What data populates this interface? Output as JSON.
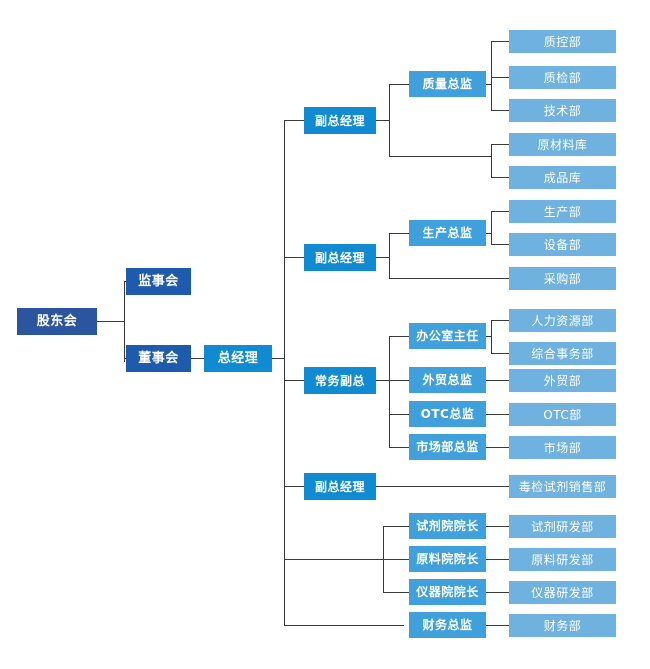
{
  "chart_data": {
    "type": "diagram",
    "title": "",
    "diagram_kind": "organization-chart",
    "orientation": "left-to-right",
    "palette": {
      "root": "#2C55A0",
      "board": "#1F5BAC",
      "general_manager": "#108AD0",
      "vice_president": "#108AD0",
      "director": "#3FA0DC",
      "department": "#6FB2DF",
      "connector": "#3A3A3A",
      "background": "#FFFFFF",
      "text": "#FFFFFF"
    },
    "levels": [
      "股东会",
      "监事会/董事会",
      "总经理",
      "副总经理/常务副总",
      "总监/主任/院长",
      "部门"
    ],
    "nodes": [
      {
        "id": "shareholders",
        "label": "股东会",
        "level": 0,
        "parent": null
      },
      {
        "id": "supervisors",
        "label": "监事会",
        "level": 1,
        "parent": "shareholders"
      },
      {
        "id": "board",
        "label": "董事会",
        "level": 1,
        "parent": "shareholders"
      },
      {
        "id": "gm",
        "label": "总经理",
        "level": 2,
        "parent": "board"
      },
      {
        "id": "vp1",
        "label": "副总经理",
        "level": 3,
        "parent": "gm"
      },
      {
        "id": "quality_dir",
        "label": "质量总监",
        "level": 4,
        "parent": "vp1"
      },
      {
        "id": "qc_dept",
        "label": "质控部",
        "level": 5,
        "parent": "quality_dir"
      },
      {
        "id": "qa_dept",
        "label": "质检部",
        "level": 5,
        "parent": "quality_dir"
      },
      {
        "id": "tech_dept",
        "label": "技术部",
        "level": 5,
        "parent": "quality_dir"
      },
      {
        "id": "raw_store",
        "label": "原材料库",
        "level": 5,
        "parent": "vp1"
      },
      {
        "id": "finished_store",
        "label": "成品库",
        "level": 5,
        "parent": "vp1"
      },
      {
        "id": "vp2",
        "label": "副总经理",
        "level": 3,
        "parent": "gm"
      },
      {
        "id": "prod_dir",
        "label": "生产总监",
        "level": 4,
        "parent": "vp2"
      },
      {
        "id": "prod_dept",
        "label": "生产部",
        "level": 5,
        "parent": "prod_dir"
      },
      {
        "id": "equip_dept",
        "label": "设备部",
        "level": 5,
        "parent": "prod_dir"
      },
      {
        "id": "purchase_dept",
        "label": "采购部",
        "level": 5,
        "parent": "vp2"
      },
      {
        "id": "exec_vp",
        "label": "常务副总",
        "level": 3,
        "parent": "gm"
      },
      {
        "id": "office_dir",
        "label": "办公室主任",
        "level": 4,
        "parent": "exec_vp"
      },
      {
        "id": "hr_dept",
        "label": "人力资源部",
        "level": 5,
        "parent": "office_dir"
      },
      {
        "id": "admin_dept",
        "label": "综合事务部",
        "level": 5,
        "parent": "office_dir"
      },
      {
        "id": "trade_dir",
        "label": "外贸总监",
        "level": 4,
        "parent": "exec_vp"
      },
      {
        "id": "trade_dept",
        "label": "外贸部",
        "level": 5,
        "parent": "trade_dir"
      },
      {
        "id": "otc_dir",
        "label": "OTC总监",
        "level": 4,
        "parent": "exec_vp"
      },
      {
        "id": "otc_dept",
        "label": "OTC部",
        "level": 5,
        "parent": "otc_dir"
      },
      {
        "id": "market_dir",
        "label": "市场部总监",
        "level": 4,
        "parent": "exec_vp"
      },
      {
        "id": "market_dept",
        "label": "市场部",
        "level": 5,
        "parent": "market_dir"
      },
      {
        "id": "vp3",
        "label": "副总经理",
        "level": 3,
        "parent": "gm"
      },
      {
        "id": "tox_sales_dept",
        "label": "毒检试剂销售部",
        "level": 5,
        "parent": "vp3"
      },
      {
        "id": "reagent_dean",
        "label": "试剂院院长",
        "level": 4,
        "parent": "gm"
      },
      {
        "id": "reagent_rd",
        "label": "试剂研发部",
        "level": 5,
        "parent": "reagent_dean"
      },
      {
        "id": "material_dean",
        "label": "原料院院长",
        "level": 4,
        "parent": "gm"
      },
      {
        "id": "material_rd",
        "label": "原料研发部",
        "level": 5,
        "parent": "material_dean"
      },
      {
        "id": "instrument_dean",
        "label": "仪器院院长",
        "level": 4,
        "parent": "gm"
      },
      {
        "id": "instrument_rd",
        "label": "仪器研发部",
        "level": 5,
        "parent": "instrument_dean"
      },
      {
        "id": "finance_dir",
        "label": "财务总监",
        "level": 4,
        "parent": "gm"
      },
      {
        "id": "finance_dept",
        "label": "财务部",
        "level": 5,
        "parent": "finance_dir"
      }
    ]
  },
  "nodes": {
    "shareholders": "股东会",
    "supervisors": "监事会",
    "board": "董事会",
    "gm": "总经理",
    "vp1": "副总经理",
    "quality_dir": "质量总监",
    "qc_dept": "质控部",
    "qa_dept": "质检部",
    "tech_dept": "技术部",
    "raw_store": "原材料库",
    "finished_store": "成品库",
    "vp2": "副总经理",
    "prod_dir": "生产总监",
    "prod_dept": "生产部",
    "equip_dept": "设备部",
    "purchase_dept": "采购部",
    "exec_vp": "常务副总",
    "office_dir": "办公室主任",
    "hr_dept": "人力资源部",
    "admin_dept": "综合事务部",
    "trade_dir": "外贸总监",
    "trade_dept": "外贸部",
    "otc_dir": "OTC总监",
    "otc_dept": "OTC部",
    "market_dir": "市场部总监",
    "market_dept": "市场部",
    "vp3": "副总经理",
    "tox_sales_dept": "毒检试剂销售部",
    "reagent_dean": "试剂院院长",
    "reagent_rd": "试剂研发部",
    "material_dean": "原料院院长",
    "material_rd": "原料研发部",
    "instrument_dean": "仪器院院长",
    "instrument_rd": "仪器研发部",
    "finance_dir": "财务总监",
    "finance_dept": "财务部"
  }
}
